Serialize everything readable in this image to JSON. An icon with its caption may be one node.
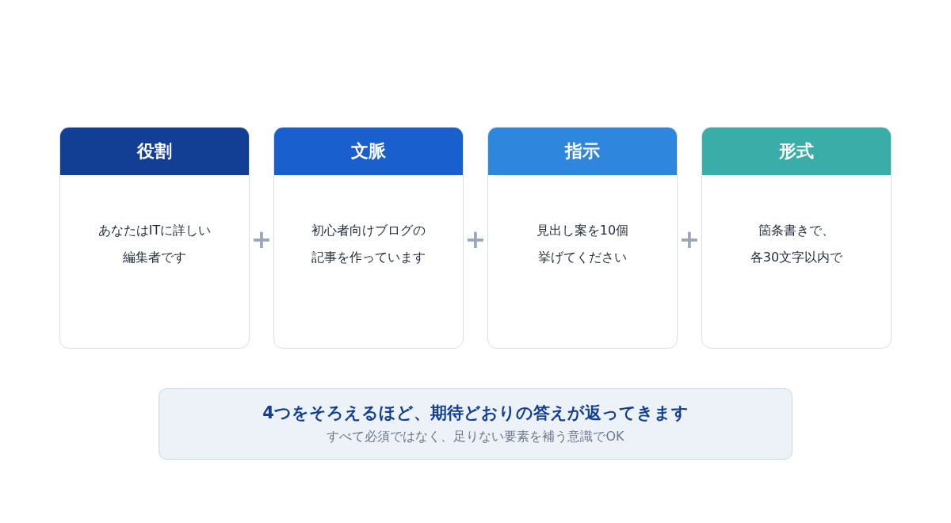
{
  "diagram": {
    "nodes": [
      {
        "text": [
          "役割",
          "あなたはITに詳しい編集者です"
        ]
      },
      {
        "text": [
          "文脈",
          "初心者向けブログの記事を作っています"
        ]
      },
      {
        "text": [
          "指示",
          "見出し案を10個挙げてください"
        ]
      },
      {
        "text": [
          "形式",
          "箇条書きで、各30文字以内で"
        ]
      },
      {
        "text": [
          "4つをそろえるほど、期待どおりの答えが返ってきます",
          "すべて必須ではなく、足りない要素を補う意識でOK"
        ]
      }
    ],
    "labels": [
      "+",
      "+",
      "+"
    ]
  }
}
